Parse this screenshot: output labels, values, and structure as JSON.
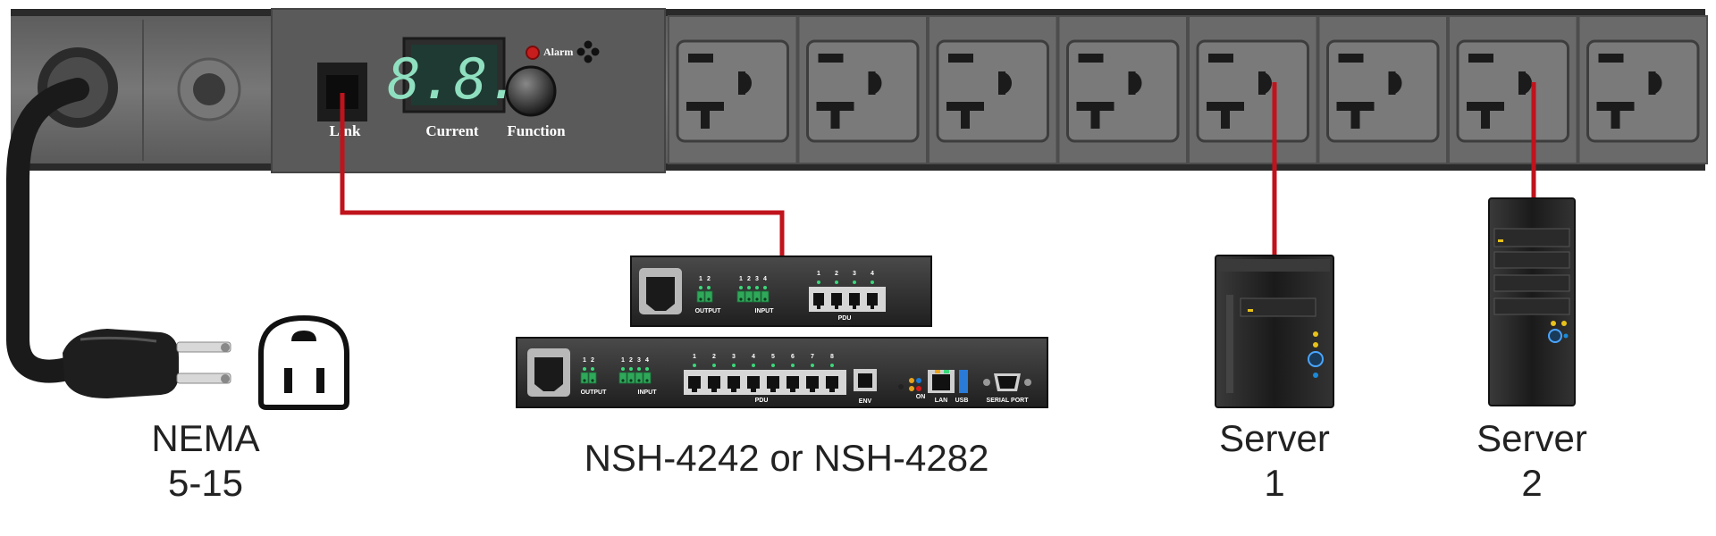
{
  "diagram": {
    "pdu_panel": {
      "link_label": "Link",
      "current_label": "Current",
      "function_label": "Function",
      "alarm_label": "Alarm",
      "display_value": "8.8."
    },
    "captions": {
      "plug_line1": "NEMA",
      "plug_line2": "5-15",
      "controller": "NSH-4242 or NSH-4282",
      "server1_line1": "Server",
      "server1_line2": "1",
      "server2_line1": "Server",
      "server2_line2": "2"
    },
    "small_unit": {
      "output_label": "OUTPUT",
      "input_label": "INPUT",
      "pdu_label": "PDU",
      "output_ports": [
        "1",
        "2"
      ],
      "input_ports": [
        "1",
        "2",
        "3",
        "4"
      ],
      "pdu_ports": [
        "1",
        "2",
        "3",
        "4"
      ]
    },
    "large_unit": {
      "output_label": "OUTPUT",
      "input_label": "INPUT",
      "pdu_label": "PDU",
      "env_label": "ENV",
      "on_label": "ON",
      "lan_label": "LAN",
      "usb_label": "USB",
      "serial_label": "SERIAL PORT",
      "output_ports": [
        "1",
        "2"
      ],
      "input_ports": [
        "1",
        "2",
        "3",
        "4"
      ],
      "pdu_ports": [
        "1",
        "2",
        "3",
        "4",
        "5",
        "6",
        "7",
        "8"
      ]
    },
    "colors": {
      "cable": "#c0131c",
      "strip": "#6b6b6b",
      "panel": "#5a5a5a",
      "display_digits": "#8fe0c0",
      "device_body": "#2e2e2e"
    }
  }
}
